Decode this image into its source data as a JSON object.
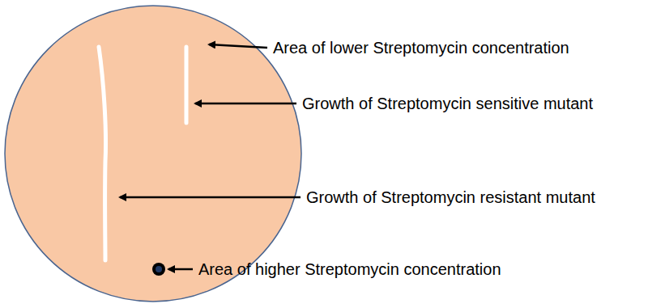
{
  "diagram": {
    "labels": [
      "Area of lower Streptomycin concentration",
      "Growth of Streptomycin sensitive mutant",
      "Growth of Streptomycin resistant mutant",
      "Area of higher Streptomycin concentration"
    ]
  }
}
